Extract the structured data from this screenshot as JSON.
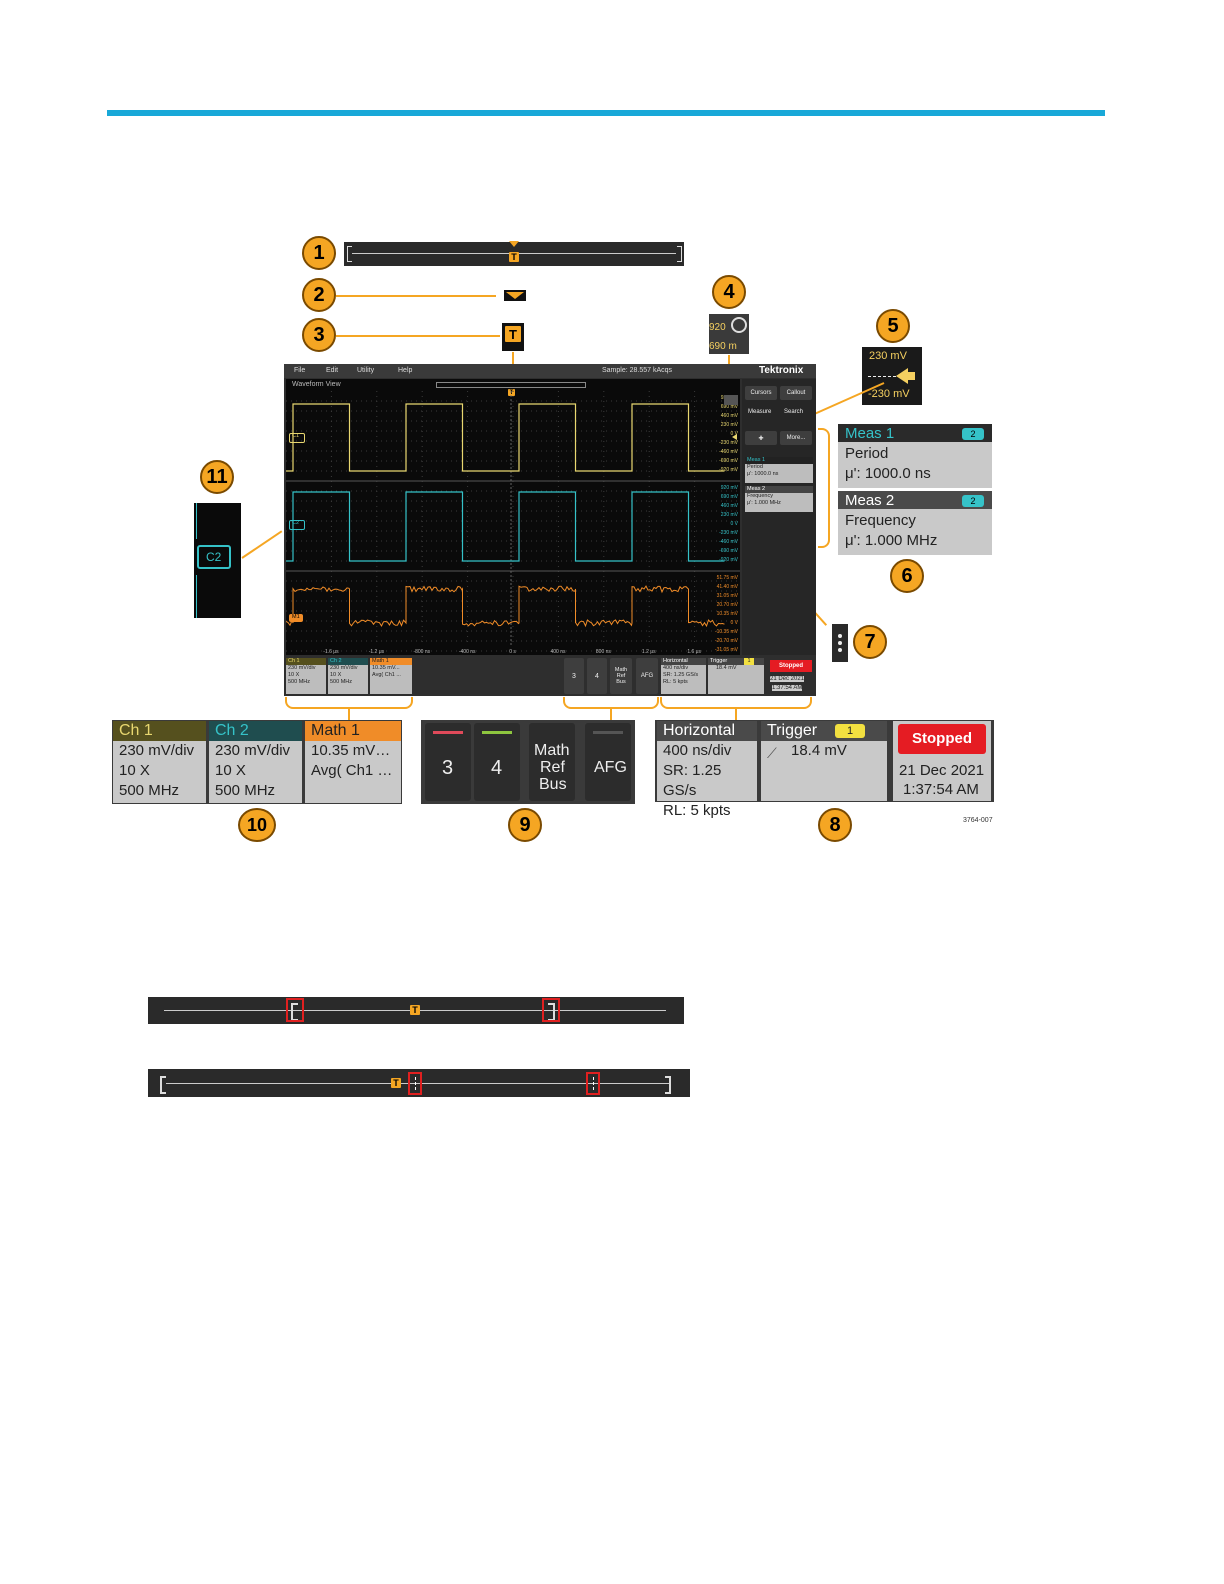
{
  "colors": {
    "accent_bar": "#18a8d8",
    "ch1": "#e8d770",
    "ch2": "#35c2c8",
    "math": "#f08c28",
    "callout": "#f5a623",
    "stopped": "#e51c23",
    "trigger": "#f5a623"
  },
  "callouts": [
    "1",
    "2",
    "3",
    "4",
    "5",
    "6",
    "7",
    "8",
    "9",
    "10",
    "11"
  ],
  "scope": {
    "menu": [
      "File",
      "Edit",
      "Utility",
      "Help"
    ],
    "sample_rate": "Sample: 28.557 kAcqs",
    "brand": "Tektronix",
    "waveform_view_label": "Waveform View",
    "side_buttons": {
      "cursors": "Cursors",
      "callout": "Callout",
      "measure": "Measure",
      "search": "Search",
      "more": "More..."
    },
    "meas_mini": [
      {
        "title": "Meas 1",
        "name": "Period",
        "value": "μ': 1000.0 ns"
      },
      {
        "title": "Meas 2",
        "name": "Frequency",
        "value": "μ': 1.000 MHz"
      }
    ],
    "ch1_scale": [
      "920 mV",
      "690 mV",
      "460 mV",
      "230 mV",
      "0 V",
      "-230 mV",
      "-460 mV",
      "-690 mV",
      "-920 mV"
    ],
    "ch2_scale": [
      "920 mV",
      "690 mV",
      "460 mV",
      "230 mV",
      "0 V",
      "-230 mV",
      "-460 mV",
      "-690 mV",
      "-920 mV"
    ],
    "math_scale": [
      "51.75 mV",
      "41.40 mV",
      "31.05 mV",
      "20.70 mV",
      "10.35 mV",
      "0 V",
      "-10.35 mV",
      "-20.70 mV",
      "-31.05 mV"
    ],
    "time_ticks": [
      "-1.6 μs",
      "-1.2 μs",
      "-800 ns",
      "-400 ns",
      "0 s",
      "400 ns",
      "800 ns",
      "1.2 μs",
      "1.6 μs"
    ],
    "handles": {
      "c1": "C1",
      "c2": "C2",
      "m1": "M1"
    },
    "mini_badges": {
      "ch1": {
        "title": "Ch 1",
        "rows": [
          "230 mV/div",
          "10 X",
          "500 MHz"
        ]
      },
      "ch2": {
        "title": "Ch 2",
        "rows": [
          "230 mV/div",
          "10 X",
          "500 MHz"
        ]
      },
      "math": {
        "title": "Math 1",
        "rows": [
          "10.35 mV...",
          "Avg( Ch1 ..."
        ]
      },
      "btn3": "3",
      "btn4": "4",
      "mathrefbus": [
        "Math",
        "Ref",
        "Bus"
      ],
      "afg": "AFG",
      "horizontal": {
        "title": "Horizontal",
        "rows": [
          "400 ns/div",
          "SR: 1.25 GS/s",
          "RL: 5 kpts"
        ]
      },
      "trigger": {
        "title": "Trigger",
        "num": "1",
        "value": "18.4 mV"
      },
      "stopped": "Stopped",
      "date": "21 Dec 2021",
      "time": "1:37:54 AM"
    }
  },
  "zoom_icon": {
    "top": "920",
    "bottom": "690 m"
  },
  "offset_zoom": {
    "top": "230 mV",
    "bottom": "-230 mV"
  },
  "meas_big": [
    {
      "title": "Meas 1",
      "badge": "2",
      "name": "Period",
      "value": "μ': 1000.0 ns"
    },
    {
      "title": "Meas 2",
      "badge": "2",
      "name": "Frequency",
      "value": "μ': 1.000 MHz"
    }
  ],
  "handle_big": "C2",
  "channel_badges": [
    {
      "title": "Ch 1",
      "rows": [
        "230 mV/div",
        "10 X",
        "500 MHz"
      ]
    },
    {
      "title": "Ch 2",
      "rows": [
        "230 mV/div",
        "10 X",
        "500 MHz"
      ]
    },
    {
      "title": "Math 1",
      "rows": [
        "10.35 mV…",
        "Avg( Ch1 …"
      ]
    }
  ],
  "add_buttons": {
    "b3": "3",
    "b4": "4",
    "mrb": [
      "Math",
      "Ref",
      "Bus"
    ],
    "afg": "AFG"
  },
  "status": {
    "horizontal": {
      "title": "Horizontal",
      "rows": [
        "400 ns/div",
        "SR: 1.25 GS/s",
        "RL: 5 kpts"
      ]
    },
    "trigger": {
      "title": "Trigger",
      "num": "1",
      "value": "18.4 mV"
    },
    "stopped": "Stopped",
    "date": "21 Dec 2021",
    "time": "1:37:54 AM"
  },
  "figure_id": "3764-007"
}
